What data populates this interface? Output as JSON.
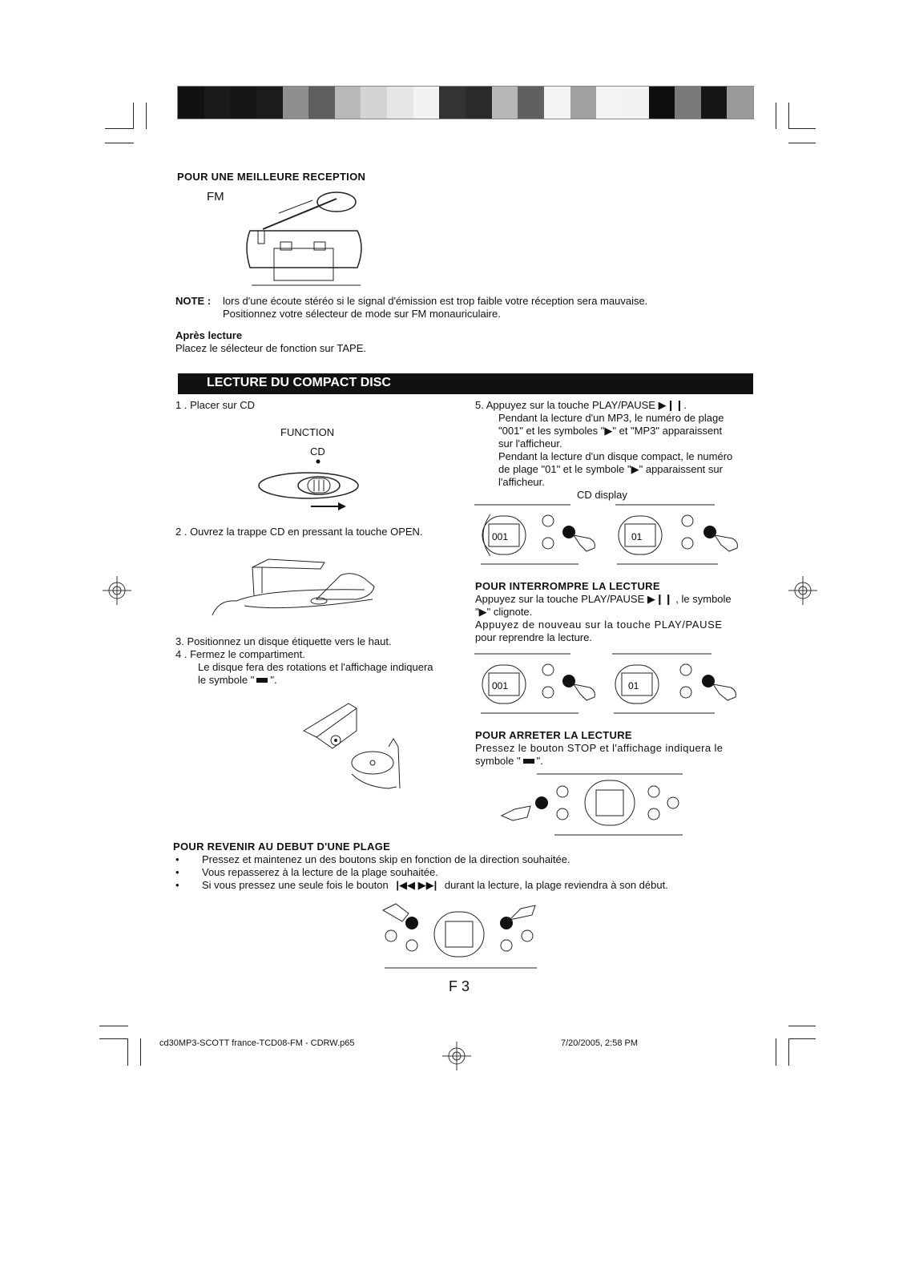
{
  "registration_bar": {
    "colors": [
      "#111111",
      "#1a1a1a",
      "#161616",
      "#1c1c1c",
      "#8f8f8f",
      "#5e5e5e",
      "#b9b9b9",
      "#d4d4d4",
      "#e6e6e6",
      "#f2f2f2",
      "#333333",
      "#2a2a2a",
      "#b7b7b7",
      "#606060",
      "#f4f4f4",
      "#a0a0a0",
      "#f4f4f4",
      "#f2f2f2",
      "#0f0f0f",
      "#7a7a7a",
      "#151515",
      "#9a9a9a"
    ]
  },
  "reception": {
    "title": "POUR UNE MEILLEURE RECEPTION",
    "fm_label": "FM",
    "note_label": "NOTE :",
    "note_line1": "lors d'une écoute stéréo si le signal d'émission est trop faible votre réception sera mauvaise.",
    "note_line2": "Positionnez votre sélecteur de mode sur FM monauriculaire.",
    "after_title": "Après lecture",
    "after_text": "Placez le sélecteur de fonction sur TAPE."
  },
  "banner": {
    "title": "LECTURE DU COMPACT DISC"
  },
  "left_steps": {
    "step1": "1 .   Placer sur CD",
    "function_label": "FUNCTION",
    "cd_label": "CD",
    "step2": "2 .   Ouvrez la trappe CD en pressant la touche OPEN.",
    "step3": "3.    Positionnez un disque étiquette vers le haut.",
    "step4": "4 .   Fermez le compartiment.",
    "step4_b": "Le disque fera des rotations et l'affichage indiquera",
    "step4_c_pre": "le symbole \"",
    "step4_c_post": "\"."
  },
  "right_steps": {
    "step5_pre": "5.    Appuyez sur la touche PLAY/PAUSE",
    "step5_symbol": "▶❙❙",
    "step5_post": ".",
    "mp3_line1": "Pendant la lecture d'un MP3, le numéro de plage",
    "mp3_line2_pre": "\"001\" et les symboles \"",
    "mp3_line2_post": "\" et \"MP3\" apparaissent",
    "mp3_line3": "sur l'afficheur.",
    "cd_line1": "Pendant la lecture d'un disque compact, le numéro",
    "cd_line2_pre": "de plage \"01\" et le symbole \"",
    "cd_line2_post": "\"  apparaissent sur",
    "cd_line3": "l'afficheur.",
    "cd_display_label": "CD display",
    "display_a": "001",
    "display_b": "01"
  },
  "pause": {
    "title": "POUR INTERROMPRE LA LECTURE",
    "line1_pre": "Appuyez sur la touche PLAY/PAUSE",
    "line1_post": ", le symbole",
    "line2_pre": "\"",
    "line2_post": "\" clignote.",
    "line3": "Appuyez de nouveau sur la touche PLAY/PAUSE",
    "line4": "pour reprendre la lecture.",
    "display_a": "001",
    "display_b": "01"
  },
  "stop": {
    "title": "POUR ARRETER LA LECTURE",
    "line1": "Pressez le bouton STOP et l'affichage indiquera le",
    "line2_pre": "symbole \"",
    "line2_post": "\"."
  },
  "skip": {
    "title": "POUR REVENIR AU DEBUT D'UNE PLAGE",
    "bullet": "•",
    "line1": "Pressez et maintenez un des boutons skip en fonction de la direction souhaitée.",
    "line2": "Vous repasserez à la lecture de la plage souhaitée.",
    "line3_pre": "Si vous pressez une seule fois le bouton",
    "line3_symbols": "|◀◀  ▶▶|",
    "line3_post": "durant la lecture, la plage reviendra à son début."
  },
  "page_number": "F 3",
  "footer": {
    "file": "cd30MP3-SCOTT france-TCD08-FM - CDRW.p65",
    "date": "7/20/2005, 2:58 PM"
  }
}
